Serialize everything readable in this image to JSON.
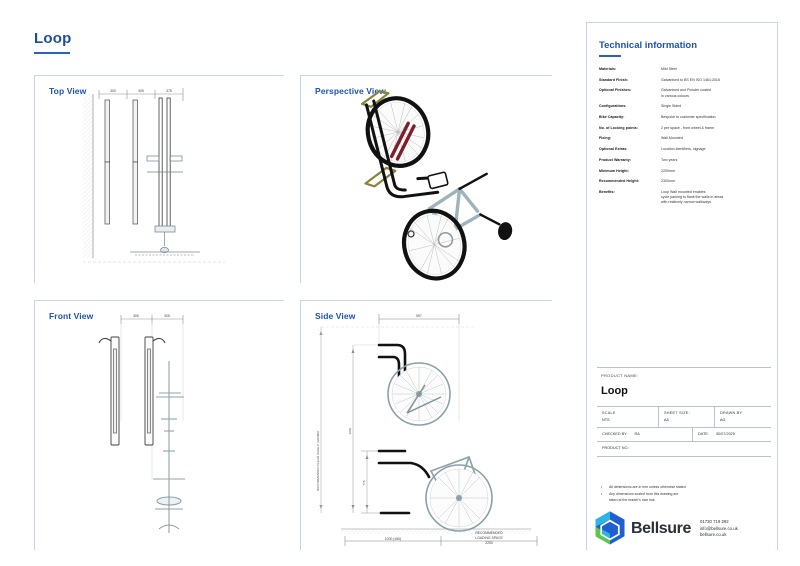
{
  "document": {
    "title": "Loop"
  },
  "panels": {
    "top_view": {
      "label": "Top View"
    },
    "perspective_view": {
      "label": "Perspective View"
    },
    "front_view": {
      "label": "Front View"
    },
    "side_view": {
      "label": "Side View"
    }
  },
  "dimensions": {
    "top_view": [
      "300",
      "305",
      "375"
    ],
    "front_view": [
      "305",
      "305"
    ],
    "side_view": {
      "width": "597",
      "height_main": "2082",
      "height_lower": "775",
      "clear_height_label": "RECOMMENDED CLEAR HEIGHT 2300MM",
      "spacing": "1000 (±50)",
      "loading_space_label": "RECOMMENDED",
      "loading_space_label2": "LOADING SPACE",
      "loading_space_value": "2250"
    }
  },
  "technical": {
    "heading": "Technical information",
    "rows": [
      {
        "key": "Materials:",
        "values": [
          "Mild Steel"
        ]
      },
      {
        "key": "Standard Finish:",
        "values": [
          "Galvanised to BS EN ISO 1461:2016"
        ]
      },
      {
        "key": "Optional Finishes:",
        "values": [
          "Galvanised and Powder coated",
          "in various colours"
        ]
      },
      {
        "key": "Configurations:",
        "values": [
          "Single Sided"
        ]
      },
      {
        "key": "Bike Capacity:",
        "values": [
          "Bespoke to customer specification"
        ]
      },
      {
        "key": "No. of Locking points:",
        "values": [
          "2 per space - front wheel & frame"
        ]
      },
      {
        "key": "Fixing:",
        "values": [
          "Wall Mounted"
        ]
      },
      {
        "key": "Optional Extras:",
        "values": [
          "Location identifiers, signage"
        ]
      },
      {
        "key": "Product Warranty:",
        "values": [
          "Two years"
        ]
      },
      {
        "key": "Minimum Height:",
        "values": [
          "2200mm"
        ]
      },
      {
        "key": "Recommended Height:",
        "values": [
          "2300mm"
        ]
      },
      {
        "key": "Benefits:",
        "values": [
          "Loop Wall mounted enables",
          "cycle parking to flank the walls in areas",
          "with relatively narrow walkways"
        ]
      }
    ]
  },
  "titleblock": {
    "product_name_label": "PRODUCT NAME:",
    "product_name": "Loop",
    "scale_label": "SCALE",
    "scale_value": "NTS",
    "sheet_size_label": "SHEET SIZE:",
    "sheet_size_value": "A3",
    "drawn_by_label": "DRAWN BY",
    "drawn_by_value": "AG",
    "checked_by_label": "CHECKED BY:",
    "checked_by_value": "RA",
    "date_label": "DATE:",
    "date_value": "30/07/2025",
    "product_no_label": "PRODUCT NO.:"
  },
  "notes": [
    {
      "bullet": "•",
      "lines": [
        "All dimensions are in mm unless otherwise stated"
      ]
    },
    {
      "bullet": "•",
      "lines": [
        "Any dimensions scaled from this drawing are",
        "taken at the reader's own risk"
      ]
    }
  ],
  "footer": {
    "brand": "Bellsure",
    "phone": "01730 719 292",
    "email": "info@bellsure.co.uk",
    "website": "bellsure.co.uk"
  },
  "colors": {
    "accent_blue": "#1d52b4",
    "title_blue": "#1d4fa0",
    "panel_border": "#c9d4e6",
    "logo_blue": "#1f5fd0",
    "logo_cyan": "#29b6e8",
    "logo_green": "#5ec64a",
    "logo_text": "#2b2f36"
  }
}
